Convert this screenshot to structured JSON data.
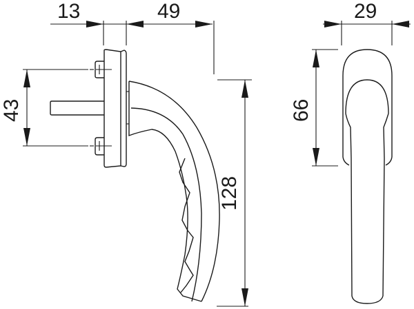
{
  "drawing": {
    "subject": "window handle technical drawing",
    "units": "mm",
    "line_color": "#1a1a1a",
    "background": "#ffffff",
    "views": [
      {
        "name": "side-view",
        "description": "Side profile of handle with rosette and spindle"
      },
      {
        "name": "front-view",
        "description": "Front view of handle"
      }
    ],
    "dimensions": {
      "rosette_depth": "13",
      "handle_projection": "49",
      "screw_spacing": "43",
      "handle_length": "128",
      "rosette_width": "29",
      "rosette_height": "66"
    }
  }
}
